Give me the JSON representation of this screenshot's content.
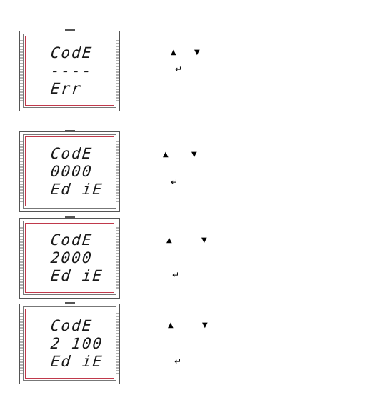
{
  "panels": [
    {
      "line1": "CodE",
      "line2": "----",
      "line3": "Err",
      "keys": {
        "up": "▲",
        "down": "▼",
        "enter": "↵"
      }
    },
    {
      "line1": "CodE",
      "line2": "0000",
      "line3": "Ed iE",
      "keys": {
        "up": "▲",
        "down": "▼",
        "enter": "↵"
      }
    },
    {
      "line1": "CodE",
      "line2": "2000",
      "line3": "Ed iE",
      "keys": {
        "up": "▲",
        "down": "▼",
        "enter": "↵"
      }
    },
    {
      "line1": "CodE",
      "line2": "2 100",
      "line3": "Ed iE",
      "keys": {
        "up": "▲",
        "down": "▼",
        "enter": "↵"
      }
    }
  ],
  "colors": {
    "frame": "#555555",
    "lcd_border": "#c0394b",
    "segment": "#1a1a1a"
  },
  "icons": {
    "up": "up-triangle-icon",
    "down": "down-triangle-icon",
    "enter": "enter-key-icon"
  }
}
